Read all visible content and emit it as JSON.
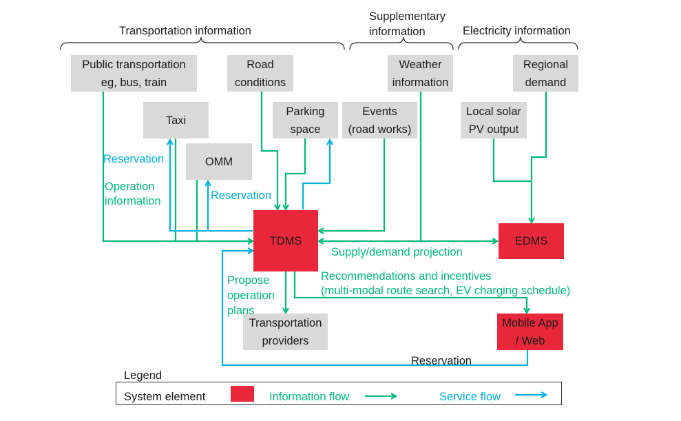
{
  "groups": {
    "transportation": "Transportation information",
    "supplementary": "Supplementary\ninformation",
    "electricity": "Electricity information"
  },
  "nodes": {
    "public_transport": "Public transportation\neg, bus, train",
    "road_conditions": "Road\nconditions",
    "weather": "Weather\ninformation",
    "regional_demand": "Regional\ndemand",
    "taxi": "Taxi",
    "parking": "Parking\nspace",
    "events": "Events\n(road works)",
    "solar": "Local solar\nPV output",
    "omm": "OMM",
    "tdms": "TDMS",
    "edms": "EDMS",
    "providers": "Transportation\nproviders",
    "mobile": "Mobile App\n/ Web"
  },
  "labels": {
    "reservation_taxi": "Reservation",
    "operation_info": "Operation\ninformation",
    "reservation_omm": "Reservation",
    "supply_demand": "Supply/demand projection",
    "recommendations": "Recommendations and incentives\n(multi-modal route search, EV charging schedule)",
    "propose": "Propose\noperation\nplans",
    "reservation_app": "Reservation"
  },
  "legend": {
    "title": "Legend",
    "system_element": "System element",
    "information_flow": "Information flow",
    "service_flow": "Service flow"
  },
  "colors": {
    "system_element": "#e8283a",
    "information_flow": "#00b87a",
    "service_flow": "#00b0de",
    "external_node": "#d9d9d9"
  }
}
